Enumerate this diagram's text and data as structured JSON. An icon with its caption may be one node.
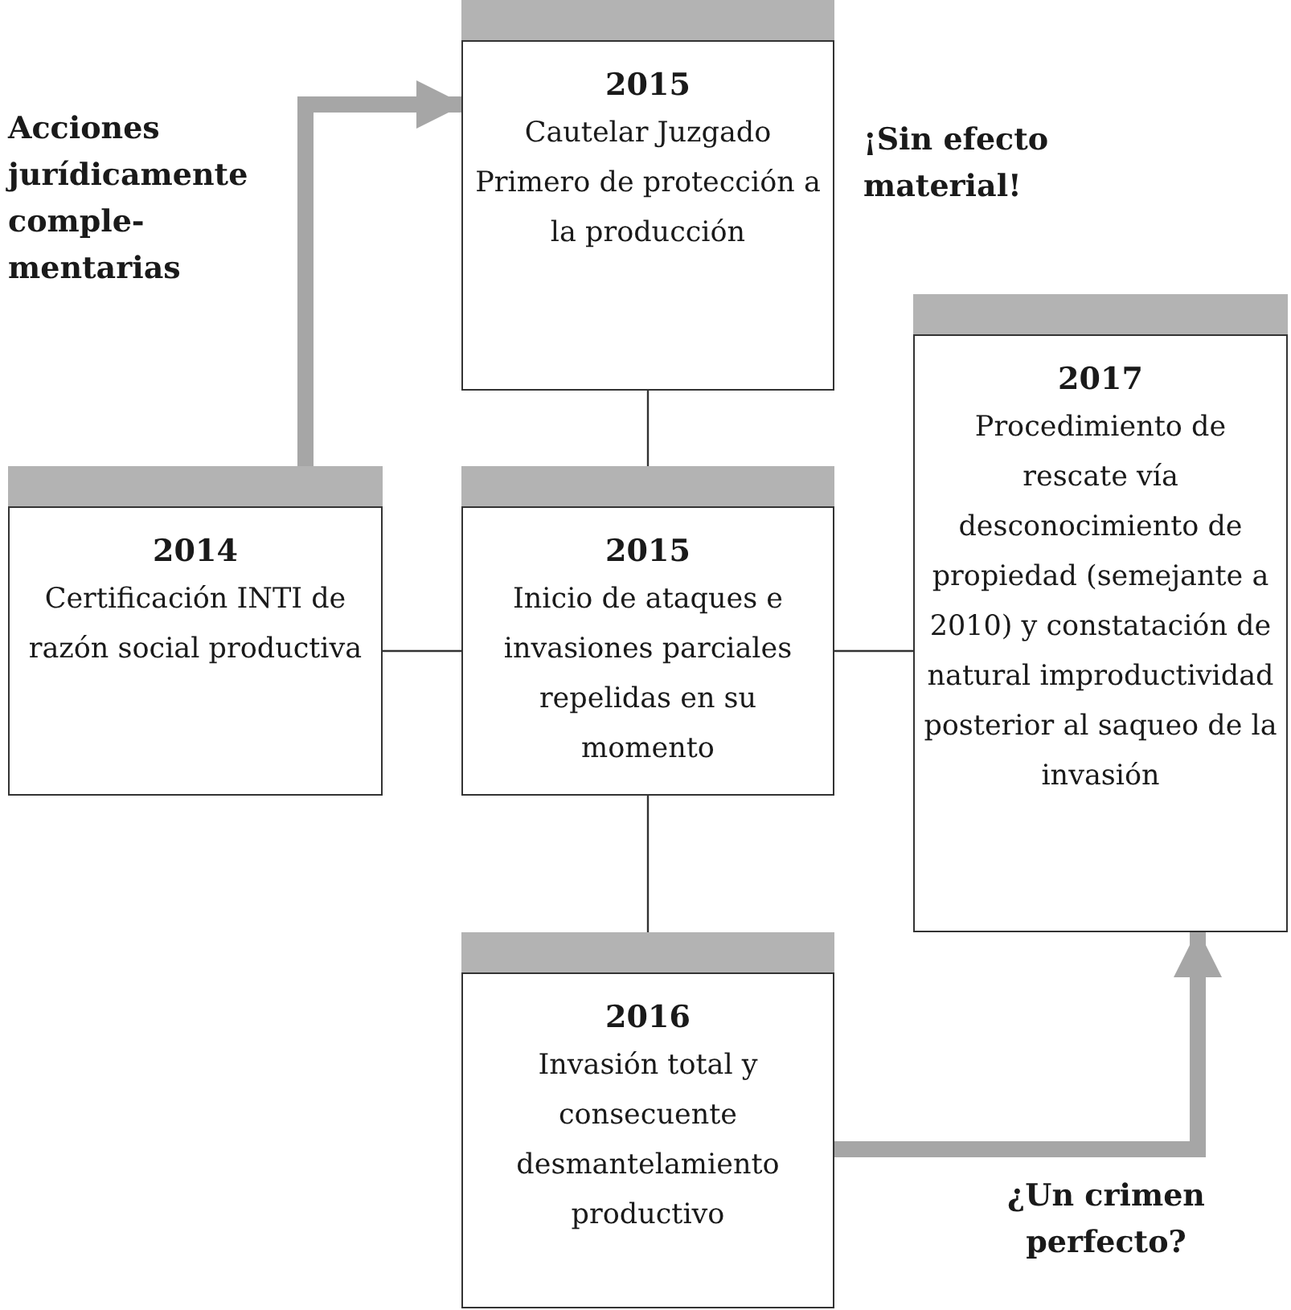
{
  "diagram": {
    "nodes": [
      {
        "text": [
          "2014",
          "Certificación INTI de razón social productiva"
        ]
      },
      {
        "text": [
          "2015",
          "Cautelar Juzgado Primero de protección a la producción"
        ]
      },
      {
        "text": [
          "2015",
          "Inicio de ataques e invasiones parciales repelidas en su momento"
        ]
      },
      {
        "text": [
          "2017",
          "Procedimiento de rescate vía desconocimiento de propiedad (semejante a 2010) y constatación de natural improductividad posterior al saqueo de la invasión"
        ]
      },
      {
        "text": [
          "2016",
          "Invasión total y consecuente desmantelamiento productivo"
        ]
      }
    ],
    "edges": [
      {
        "from": 0,
        "to": 1,
        "arrow": "to",
        "style": "thick",
        "color": "#a6a6a6"
      },
      {
        "from": 1,
        "to": 2,
        "arrow": "none"
      },
      {
        "from": 0,
        "to": 2,
        "arrow": "none"
      },
      {
        "from": 2,
        "to": 3,
        "arrow": "none"
      },
      {
        "from": 2,
        "to": 4,
        "arrow": "none"
      },
      {
        "from": 4,
        "to": 3,
        "arrow": "to",
        "style": "thick",
        "color": "#a6a6a6"
      }
    ],
    "labels": [
      "Acciones jurídicamente comple- mentarias",
      "¡Sin efecto material!",
      "¿Un crimen perfecto?"
    ]
  }
}
